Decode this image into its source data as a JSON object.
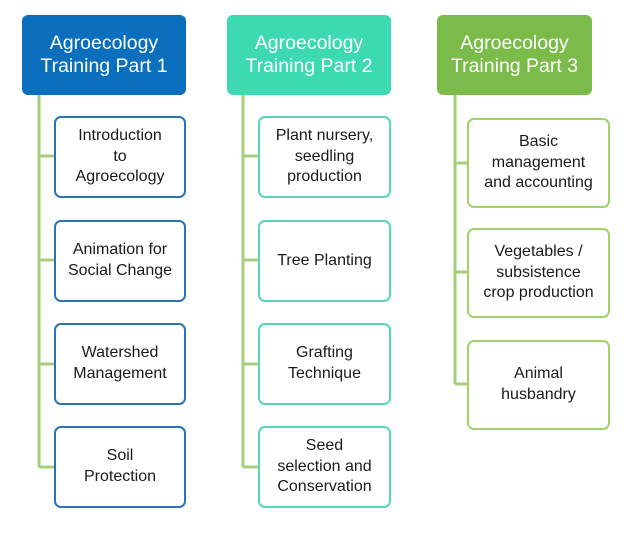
{
  "colors": {
    "col1_header": "#0b6fbd",
    "col1_border": "#2a73b5",
    "col2_header": "#3dd9b0",
    "col2_border": "#55d8b6",
    "col3_header": "#7bbb4a",
    "col3_border": "#9fd46a",
    "connector": "#a3cf7e"
  },
  "columns": [
    {
      "title": "Agroecology\nTraining Part 1",
      "items": [
        "Introduction\nto\nAgroecology",
        "Animation for\nSocial Change",
        "Watershed\nManagement",
        "Soil\nProtection"
      ]
    },
    {
      "title": "Agroecology\nTraining Part 2",
      "items": [
        "Plant nursery,\nseedling\nproduction",
        "Tree Planting",
        "Grafting\nTechnique",
        "Seed\nselection and\nConservation"
      ]
    },
    {
      "title": "Agroecology\nTraining Part 3",
      "items": [
        "Basic\nmanagement\nand accounting",
        "Vegetables /\nsubsistence\ncrop production",
        "Animal\nhusbandry"
      ]
    }
  ]
}
